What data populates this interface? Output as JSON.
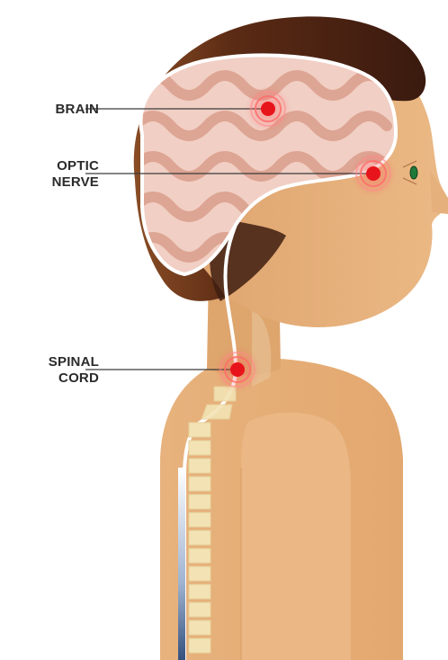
{
  "labels": {
    "brain": "BRAIN",
    "optic_nerve_line1": "OPTIC",
    "optic_nerve_line2": "NERVE",
    "spinal_cord_line1": "SPINAL",
    "spinal_cord_line2": "CORD"
  },
  "colors": {
    "skin": "#e6b07c",
    "skin_shadow": "#d99e66",
    "hair": "#3a1a0f",
    "brain_fill": "#f1cfc5",
    "brain_fold": "#d99a86",
    "nerve_outline": "#ffffff",
    "marker": "#e8141b",
    "spine_vertebra": "#f3e3b4",
    "spine_shadow": "#4a6a9a",
    "label_text": "#2b2b2b",
    "eye": "#1f7a3a"
  },
  "icons": {
    "markers": [
      "brain-marker-icon",
      "optic-nerve-marker-icon",
      "spinal-cord-marker-icon"
    ]
  }
}
